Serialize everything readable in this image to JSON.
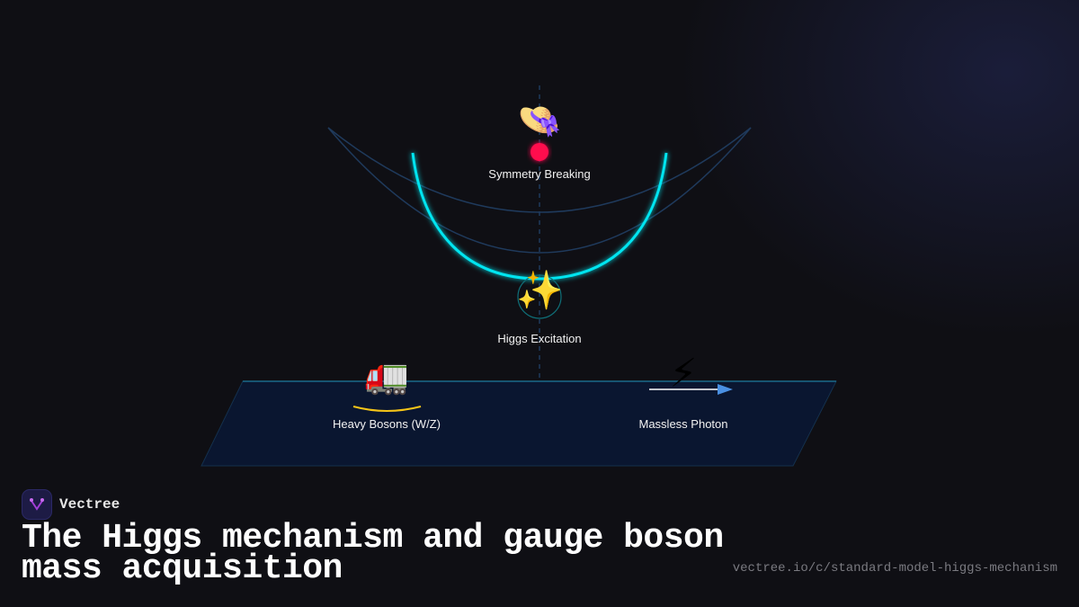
{
  "diagram": {
    "nodes": [
      {
        "id": "symmetry",
        "label": "Symmetry Breaking",
        "icon": "hat-emoji",
        "glyph": "👒"
      },
      {
        "id": "excitation",
        "label": "Higgs Excitation",
        "icon": "sparkles-emoji",
        "glyph": "✨"
      },
      {
        "id": "heavy",
        "label": "Heavy Bosons (W/Z)",
        "icon": "truck-emoji",
        "glyph": "🚛"
      },
      {
        "id": "photon",
        "label": "Massless Photon",
        "icon": "lightning-emoji",
        "glyph": "⚡"
      }
    ],
    "colors": {
      "potential_curve": "#00e5f0",
      "background_curves": "#1f3a5c",
      "ball": "#ff0a4e",
      "plane_fill": "#0a1630",
      "plane_edge": "#1a6a8a",
      "heavy_arc": "#f5c518",
      "photon_arrow": "#4a90e2"
    }
  },
  "footer": {
    "brand": "Vectree",
    "title": "The Higgs mechanism and gauge boson mass acquisition",
    "url": "vectree.io/c/standard-model-higgs-mechanism"
  }
}
